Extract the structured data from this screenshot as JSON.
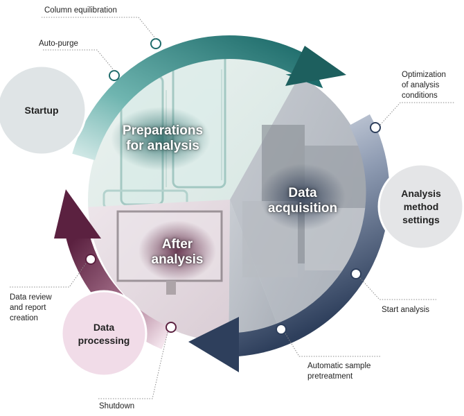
{
  "stages": {
    "startup": "Startup",
    "analysis_method_settings": "Analysis\nmethod\nsettings",
    "data_processing": "Data\nprocessing"
  },
  "quadrants": {
    "preparations": "Preparations\nfor analysis",
    "data_acquisition": "Data\nacquisition",
    "after_analysis": "After\nanalysis"
  },
  "steps": {
    "column_equilibration": "Column equilibration",
    "auto_purge": "Auto-purge",
    "optimization": "Optimization\nof analysis\nconditions",
    "start_analysis": "Start analysis",
    "automatic_sample_pretreatment": "Automatic sample\npretreatment",
    "shutdown": "Shutdown",
    "data_review": "Data review\nand report\ncreation"
  },
  "colors": {
    "teal_arrow": "#1d6b6a",
    "navy_arrow": "#2e3f5c",
    "maroon_arrow": "#5b2140",
    "startup_bubble": "#dfe4e6",
    "settings_bubble": "#e4e5e7",
    "processing_bubble": "#f1dce8"
  }
}
